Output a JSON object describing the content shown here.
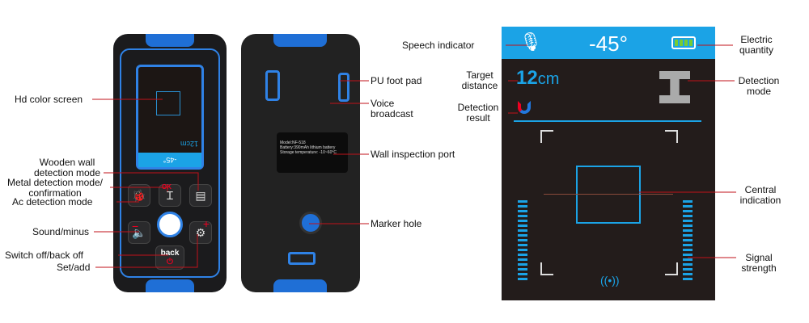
{
  "front_labels": {
    "hd_screen": "Hd color screen",
    "wooden": "Wooden wall detection mode",
    "metal": "Metal detection mode/ confirmation",
    "ac": "Ac detection mode",
    "sound": "Sound/minus",
    "switch_off": "Switch off/back off",
    "set": "Set/add"
  },
  "back_labels": {
    "foot_pad": "PU foot pad",
    "voice": "Voice broadcast",
    "port": "Wall inspection port",
    "marker": "Marker hole"
  },
  "device": {
    "ok": "OK",
    "back": "back",
    "minus": "−",
    "plus": "+",
    "mini_angle": "-45°",
    "mini_distance": "12cm",
    "sticker": {
      "model": "Model:NF-518",
      "battery": "Battery:390mAh lithium battery",
      "storage": "Storage temperature: -10~60°C"
    }
  },
  "display": {
    "angle": "-45°",
    "distance_value": "12",
    "distance_unit": "cm",
    "battery_bars": 4,
    "colors": {
      "top_bar": "#1ba3e6",
      "screen_bg": "#231c1b",
      "signal": "#1ba3e6"
    }
  },
  "display_labels": {
    "speech": "Speech indicator",
    "target": "Target distance",
    "result": "Detection result",
    "electric": "Electric quantity",
    "mode": "Detection mode",
    "central": "Central indication",
    "signal": "Signal strength"
  }
}
